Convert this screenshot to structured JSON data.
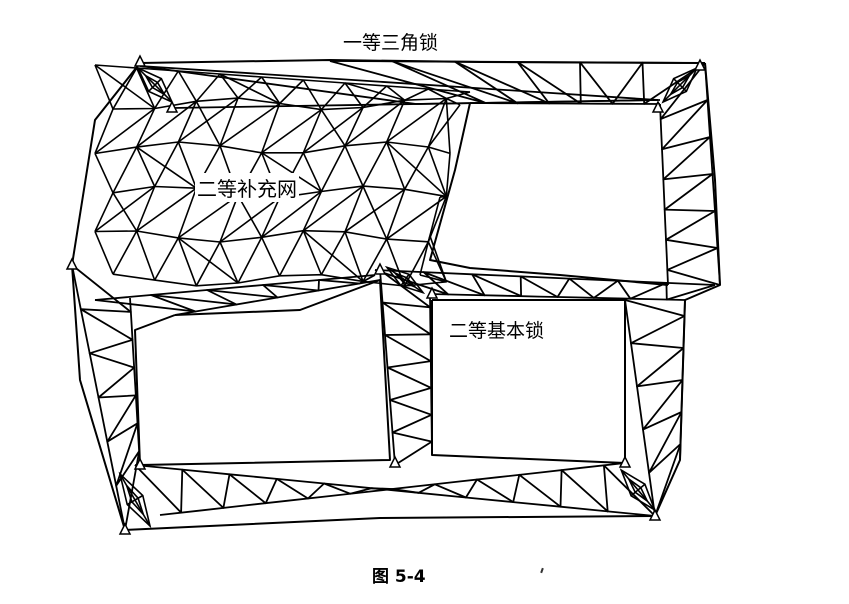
{
  "labels": {
    "first_order_chain": "一等三角锁",
    "second_order_supplementary_net": "二等补充网",
    "second_order_basic_chain": "二等基本锁"
  },
  "caption": "图 5-4",
  "colors": {
    "ink": "#000000",
    "background": "#ffffff"
  }
}
